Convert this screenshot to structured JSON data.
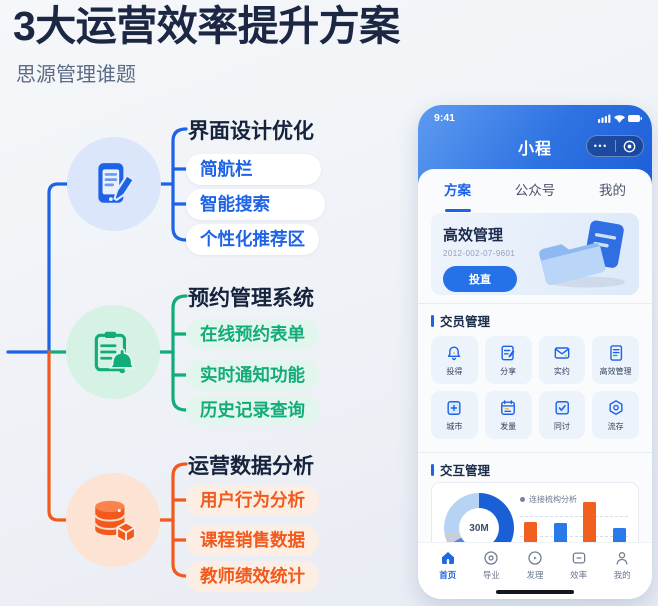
{
  "colors": {
    "blue": "#1e63e6",
    "green": "#12ac78",
    "orange": "#f2591d",
    "tab_active": "#2069e0"
  },
  "page": {
    "title": "3大运营效率提升方案",
    "subtitle": "思源管理谁题"
  },
  "mindmap": {
    "branches": [
      {
        "title": "界面设计优化",
        "icon": "phone-edit-icon",
        "items": [
          "简航栏",
          "智能搜索",
          "个性化推荐区"
        ]
      },
      {
        "title": "预约管理系统",
        "icon": "clipboard-bell-icon",
        "items": [
          "在线预约表单",
          "实时通知功能",
          "历史记录查询"
        ]
      },
      {
        "title": "运营数据分析",
        "icon": "database-cube-icon",
        "items": [
          "用户行为分析",
          "课程销售数据",
          "教师绩效统计"
        ]
      }
    ]
  },
  "phone": {
    "status": {
      "time": "9:41"
    },
    "nav": {
      "title": "小程"
    },
    "tabs": [
      {
        "label": "方案",
        "active": true
      },
      {
        "label": "公众号",
        "active": false
      },
      {
        "label": "我的",
        "active": false
      }
    ],
    "card": {
      "title": "高效管理",
      "code": "2012-002-07-9601",
      "button": "投直"
    },
    "sections": [
      {
        "title": "交员管理"
      },
      {
        "title": "交互管理"
      }
    ],
    "apps": [
      {
        "label": "投得",
        "icon": "bell-icon"
      },
      {
        "label": "分享",
        "icon": "note-edit-icon"
      },
      {
        "label": "实约",
        "icon": "mail-icon"
      },
      {
        "label": "高效管理",
        "icon": "document-icon"
      },
      {
        "label": "城市",
        "icon": "plus-box-icon"
      },
      {
        "label": "发量",
        "icon": "calendar-icon"
      },
      {
        "label": "同讨",
        "icon": "checkbox-icon"
      },
      {
        "label": "流存",
        "icon": "hexagon-icon"
      }
    ],
    "tabbar": [
      {
        "label": "首页",
        "icon": "home-icon",
        "active": true
      },
      {
        "label": "导业",
        "icon": "compass-icon",
        "active": false
      },
      {
        "label": "发理",
        "icon": "play-circle-icon",
        "active": false
      },
      {
        "label": "效率",
        "icon": "chat-icon",
        "active": false
      },
      {
        "label": "我的",
        "icon": "user-icon",
        "active": false
      }
    ]
  },
  "chart_data": [
    {
      "type": "pie",
      "center_label": "30M",
      "values": [
        45,
        22,
        5,
        28
      ],
      "colors": [
        "#1a5fd6",
        "#4a8bea",
        "#c9ced8",
        "#b7d3f3"
      ],
      "note": "donut chart, unlabeled segments, center label only"
    },
    {
      "type": "bar",
      "legend": "连接梳构分析",
      "values": [
        20,
        19,
        40,
        14
      ],
      "unit": "px",
      "colors": [
        "#f2601f",
        "#2979e8",
        "#f2601f",
        "#2979e8"
      ],
      "note": "mini bar chart, no axis labels, 2 dashed gridlines"
    }
  ]
}
